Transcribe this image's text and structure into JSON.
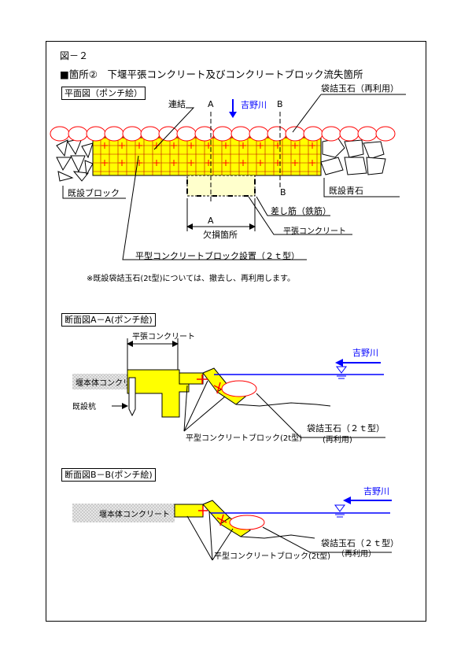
{
  "figure_label": "図－２",
  "main_title": "■箇所②　下堰平張コンクリート及びコンクリートブロック流失箇所",
  "plan": {
    "box_label": "平面図（ポンチ絵）",
    "renketsu": "連結",
    "sec_a": "A",
    "sec_b": "B",
    "river": "吉野川",
    "fukuro_tamaishi": "袋詰玉石（再利用）",
    "kisetsu_block": "既設ブロック",
    "kisetsu_aoishi": "既設青石",
    "sashikin": "差し筋（鉄筋）",
    "kesson": "欠損箇所",
    "hirabari": "平張コンクリート",
    "heikei_block": "平型コンクリートブロック設置（２ｔ型）",
    "note": "※既設袋詰玉石(2t型)については、撤去し、再利用します。"
  },
  "section_a": {
    "box_label": "断面図A－A(ポンチ絵)",
    "hirabari": "平張コンクリート",
    "river": "吉野川",
    "entai": "堰本体コンクリート",
    "kisetsu_kui": "既設杭",
    "block": "平型コンクリートブロック(2t型)",
    "fukuro": "袋詰玉石（２ｔ型）",
    "reuse": "(再利用)"
  },
  "section_b": {
    "box_label": "断面図B－B(ポンチ絵)",
    "river": "吉野川",
    "entai": "堰本体コンクリート",
    "fukuro": "袋詰玉石（２ｔ型）",
    "reuse": "（再利用）",
    "block": "平型コンクリートブロック(2t型)"
  },
  "colors": {
    "block_yellow": "#ffff00",
    "hirabari_yellow": "#ffffcc",
    "rebar_red": "#ff0000",
    "river_blue": "#0000ff",
    "stone_red": "#ff0000"
  }
}
